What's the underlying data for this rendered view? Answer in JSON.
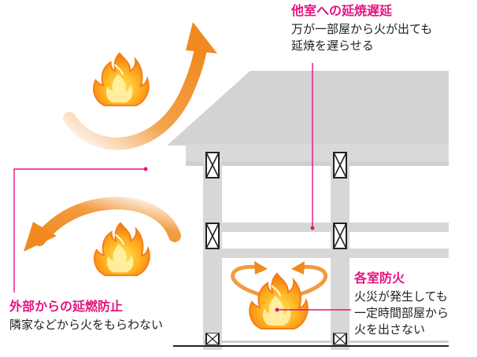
{
  "colors": {
    "accent": "#e6137f",
    "flame_orange": "#f7931e",
    "flame_yellow": "#ffd21f",
    "arrow_orange": "#f08a1e",
    "house_gray": "#d7d7d7",
    "house_gray_dark": "#c9c9c9",
    "window_stroke": "#222222"
  },
  "annotations": {
    "delay": {
      "title": "他室への延焼遅延",
      "lines": [
        "万が一部屋から火が出ても",
        "延焼を遅らせる"
      ]
    },
    "external": {
      "title": "外部からの延燃防止",
      "lines": [
        "隣家などから火をもらわない"
      ]
    },
    "room": {
      "title": "各室防火",
      "lines": [
        "火災が発生しても",
        "一定時間部屋から",
        "火を出さない"
      ]
    }
  },
  "icons": [
    "flame-icon",
    "curved-arrow-icon",
    "window-cross-icon"
  ]
}
